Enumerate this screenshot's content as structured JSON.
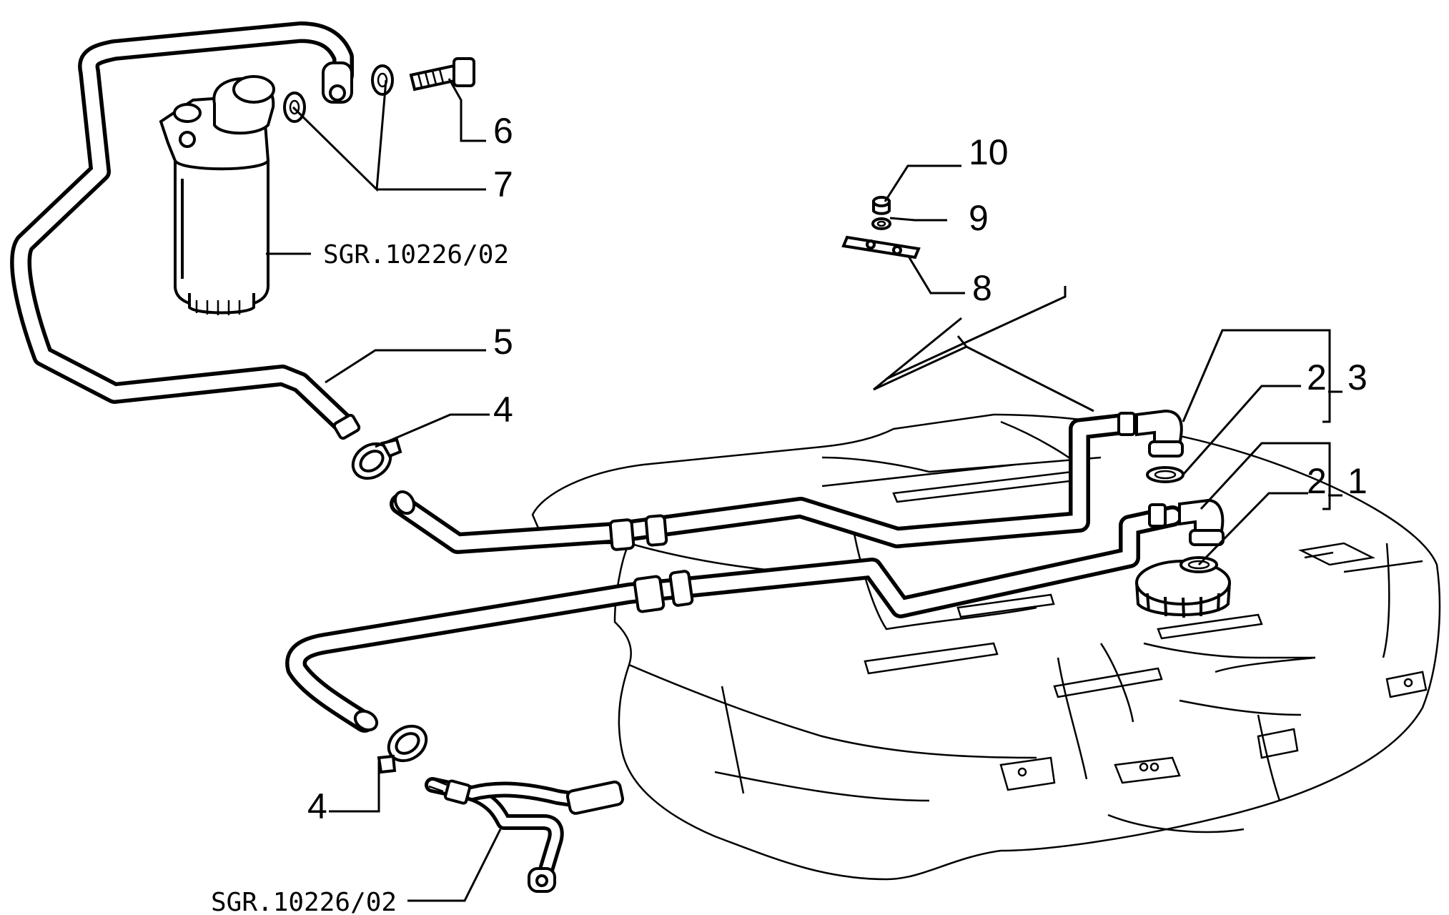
{
  "callouts": {
    "c1": "1",
    "c2a": "2",
    "c2b": "2",
    "c3": "3",
    "c4a": "4",
    "c4b": "4",
    "c5": "5",
    "c6": "6",
    "c7": "7",
    "c8": "8",
    "c9": "9",
    "c10": "10"
  },
  "references": {
    "filter_ref": "SGR.10226/02",
    "pipe_ref": "SGR.10226/02"
  }
}
